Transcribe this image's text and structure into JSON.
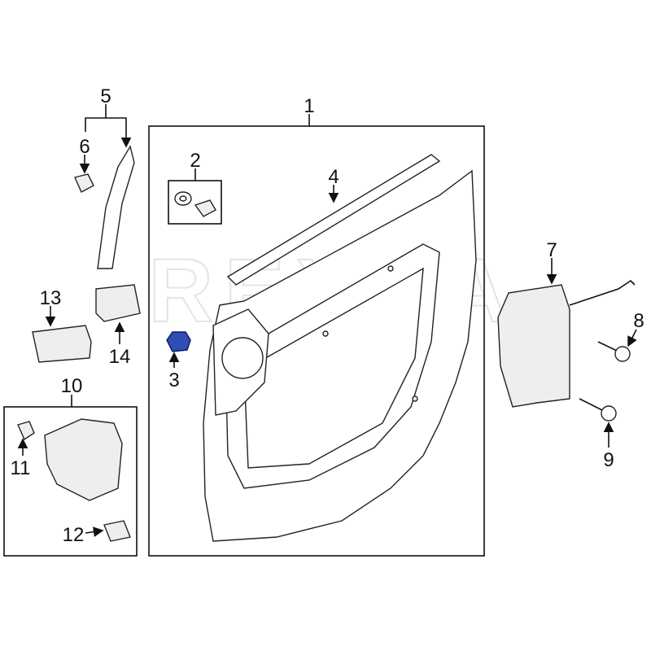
{
  "watermark": "REXKA",
  "callouts": {
    "c1": "1",
    "c2": "2",
    "c3": "3",
    "c4": "4",
    "c5": "5",
    "c6": "6",
    "c7": "7",
    "c8": "8",
    "c9": "9",
    "c10": "10",
    "c11": "11",
    "c12": "12",
    "c13": "13",
    "c14": "14"
  },
  "colors": {
    "highlight_part": "#2f4fb5",
    "line": "#111111"
  }
}
